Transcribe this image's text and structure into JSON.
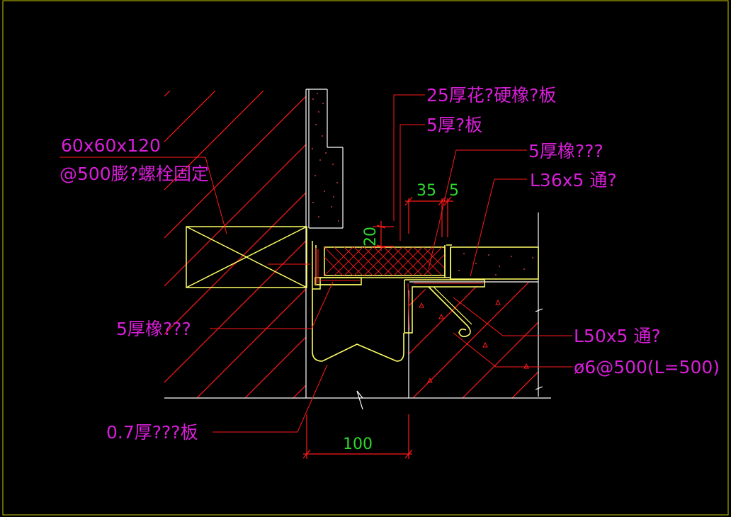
{
  "labels": {
    "granite_board": "25厚花?硬橡?板",
    "steel_plate": "5厚?板",
    "rubber_top": "5厚橡???",
    "angle_36": "L36x5 通?",
    "bolt_size": "60x60x120",
    "bolt_spec": "@500膨?螺栓固定",
    "rubber_left": "5厚橡???",
    "angle_50": "L50x5 通?",
    "rebar": "ø6@500(L=500)",
    "water_stop": "0.7厚???板"
  },
  "dimensions": {
    "d35": "35",
    "d5": "5",
    "d20": "20",
    "d100": "100"
  },
  "colors": {
    "background": "#000000",
    "label": "#d81fd8",
    "dimension": "#2fd82f",
    "hatch": "#ff1a1a",
    "outline": "#ffff66",
    "edge": "#ffffff"
  }
}
